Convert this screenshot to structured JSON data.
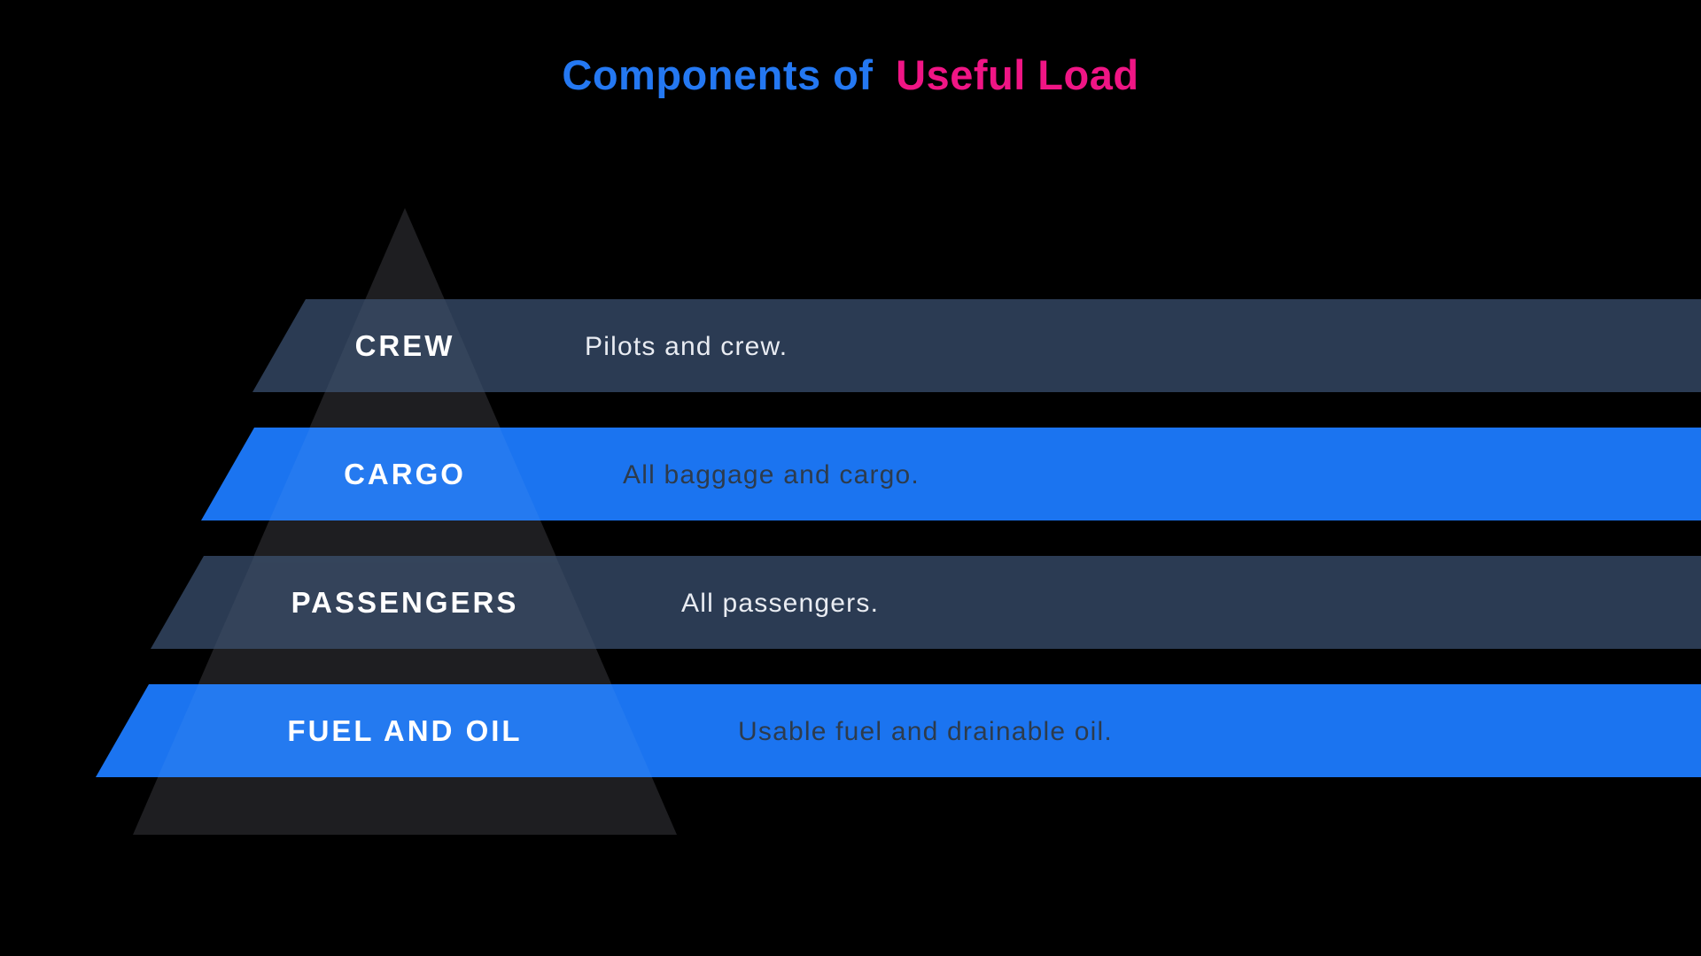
{
  "title": {
    "part1": "Components of",
    "part2": "Useful Load"
  },
  "colors": {
    "background": "#000000",
    "title_blue": "#2478f2",
    "title_pink": "#f01585",
    "pyramid": "#1e1e21",
    "pyramid_highlight": "#ffffff",
    "band_dark": "#2b3b53",
    "band_blue": "#1b74f0",
    "label_text": "#ffffff",
    "desc_on_dark": "#e9ecf2",
    "desc_on_blue": "#2d3b4c"
  },
  "pyramid": {
    "levels": [
      {
        "label": "CREW",
        "description": "Pilots and crew."
      },
      {
        "label": "CARGO",
        "description": "All baggage and cargo."
      },
      {
        "label": "PASSENGERS",
        "description": "All passengers."
      },
      {
        "label": "FUEL AND OIL",
        "description": "Usable fuel and drainable oil."
      }
    ]
  }
}
